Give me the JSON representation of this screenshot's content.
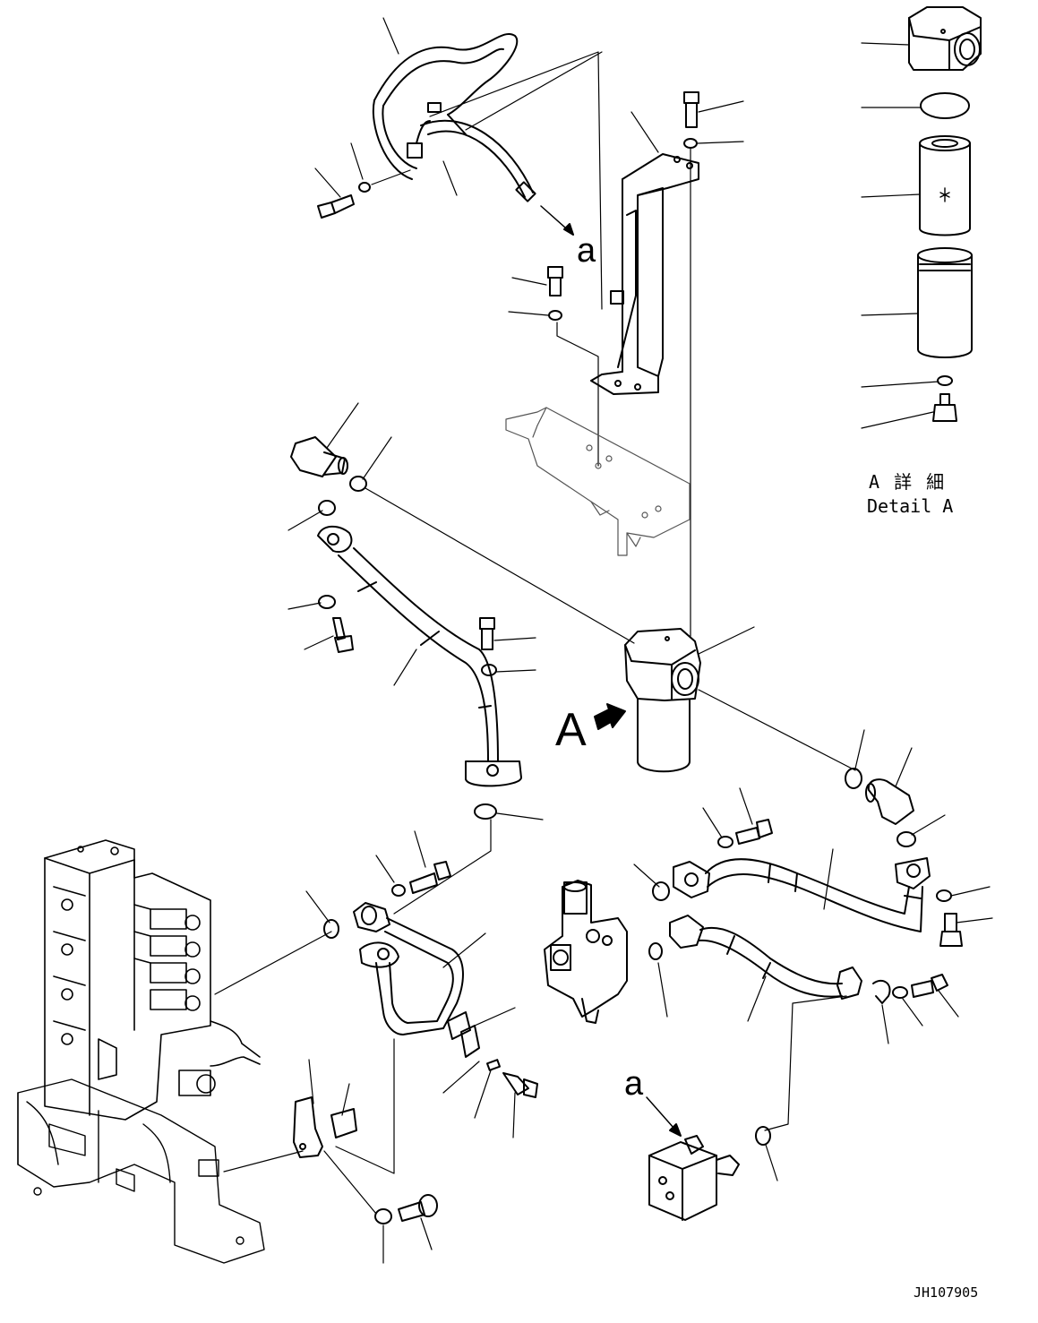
{
  "labels": {
    "callout_a_top": "a",
    "callout_a_bottom": "a",
    "view_marker": "A",
    "detail_jp": "A 詳 細",
    "detail_en": "Detail A",
    "drawing_number": "JH107905"
  }
}
